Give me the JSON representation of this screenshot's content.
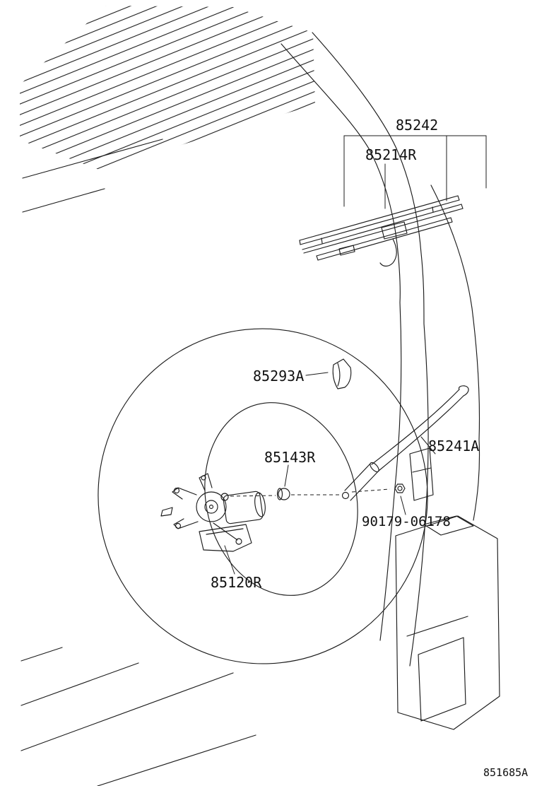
{
  "page": {
    "background": "#ffffff",
    "line_color": "#1c1c1c"
  },
  "parts": {
    "p85242": "85242",
    "p85214R": "85214R",
    "p85293A": "85293A",
    "p85143R": "85143R",
    "p85241A": "85241A",
    "p90179": "90179-06178",
    "p85120R": "85120R"
  },
  "footer": {
    "diagram_code": "851685A"
  }
}
